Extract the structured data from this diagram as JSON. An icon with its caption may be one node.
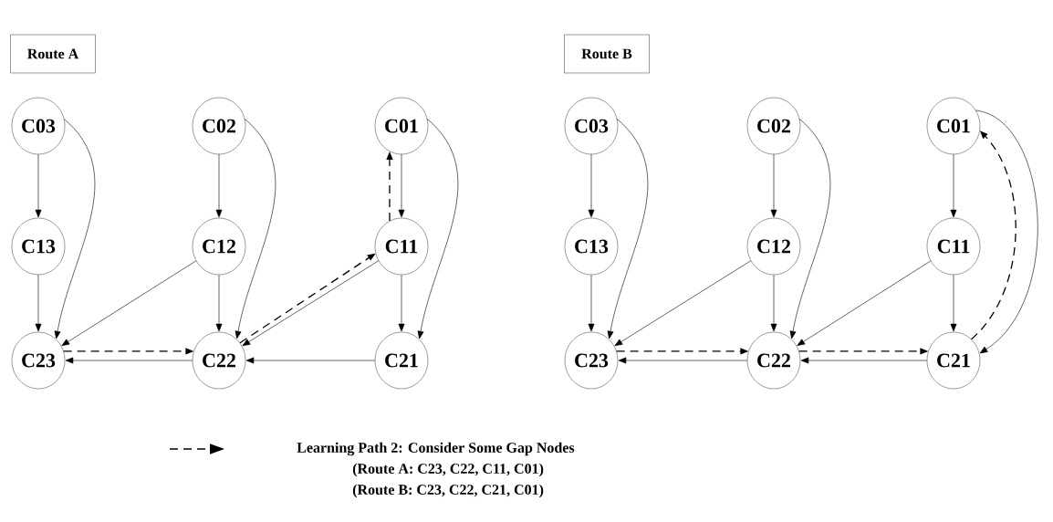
{
  "diagram": {
    "nodes": [
      {
        "text": [
          "Route A"
        ]
      },
      {
        "text": [
          "C03"
        ]
      },
      {
        "text": [
          "C02"
        ]
      },
      {
        "text": [
          "C01"
        ]
      },
      {
        "text": [
          "C13"
        ]
      },
      {
        "text": [
          "C12"
        ]
      },
      {
        "text": [
          "C11"
        ]
      },
      {
        "text": [
          "C23"
        ]
      },
      {
        "text": [
          "C22"
        ]
      },
      {
        "text": [
          "C21"
        ]
      },
      {
        "text": [
          "Route B"
        ]
      },
      {
        "text": [
          "C03"
        ]
      },
      {
        "text": [
          "C02"
        ]
      },
      {
        "text": [
          "C01"
        ]
      },
      {
        "text": [
          "C13"
        ]
      },
      {
        "text": [
          "C12"
        ]
      },
      {
        "text": [
          "C11"
        ]
      },
      {
        "text": [
          "C23"
        ]
      },
      {
        "text": [
          "C22"
        ]
      },
      {
        "text": [
          "C21"
        ]
      }
    ],
    "edges": [
      {
        "from": 1,
        "to": 4,
        "arrow": "to"
      },
      {
        "from": 1,
        "to": 7,
        "arrow": "to"
      },
      {
        "from": 4,
        "to": 7,
        "arrow": "to"
      },
      {
        "from": 2,
        "to": 5,
        "arrow": "to"
      },
      {
        "from": 2,
        "to": 8,
        "arrow": "to"
      },
      {
        "from": 5,
        "to": 7,
        "arrow": "to"
      },
      {
        "from": 5,
        "to": 8,
        "arrow": "to"
      },
      {
        "from": 3,
        "to": 6,
        "arrow": "to"
      },
      {
        "from": 3,
        "to": 9,
        "arrow": "to"
      },
      {
        "from": 6,
        "to": 9,
        "arrow": "to"
      },
      {
        "from": 6,
        "to": 8,
        "arrow": "to"
      },
      {
        "from": 9,
        "to": 8,
        "arrow": "to"
      },
      {
        "from": 8,
        "to": 7,
        "arrow": "to"
      },
      {
        "from": 7,
        "to": 8,
        "arrow": "to",
        "style": "dashed"
      },
      {
        "from": 8,
        "to": 6,
        "arrow": "to",
        "style": "dashed"
      },
      {
        "from": 6,
        "to": 3,
        "arrow": "to",
        "style": "dashed"
      },
      {
        "from": 11,
        "to": 14,
        "arrow": "to"
      },
      {
        "from": 11,
        "to": 17,
        "arrow": "to"
      },
      {
        "from": 14,
        "to": 17,
        "arrow": "to"
      },
      {
        "from": 12,
        "to": 15,
        "arrow": "to"
      },
      {
        "from": 12,
        "to": 18,
        "arrow": "to"
      },
      {
        "from": 15,
        "to": 17,
        "arrow": "to"
      },
      {
        "from": 15,
        "to": 18,
        "arrow": "to"
      },
      {
        "from": 13,
        "to": 16,
        "arrow": "to"
      },
      {
        "from": 13,
        "to": 19,
        "arrow": "to"
      },
      {
        "from": 16,
        "to": 19,
        "arrow": "to"
      },
      {
        "from": 16,
        "to": 18,
        "arrow": "to"
      },
      {
        "from": 19,
        "to": 18,
        "arrow": "to"
      },
      {
        "from": 18,
        "to": 17,
        "arrow": "to"
      },
      {
        "from": 17,
        "to": 18,
        "arrow": "to",
        "style": "dashed"
      },
      {
        "from": 18,
        "to": 19,
        "arrow": "to",
        "style": "dashed"
      },
      {
        "from": 19,
        "to": 13,
        "arrow": "to",
        "style": "dashed"
      }
    ],
    "labels": [
      "(Route A: C23, C22, C11, C01)",
      "(Route B: C23, C22, C21, C01)"
    ],
    "legend": [
      {
        "text": "Learning Path 2: Consider Some Gap Nodes"
      }
    ]
  }
}
